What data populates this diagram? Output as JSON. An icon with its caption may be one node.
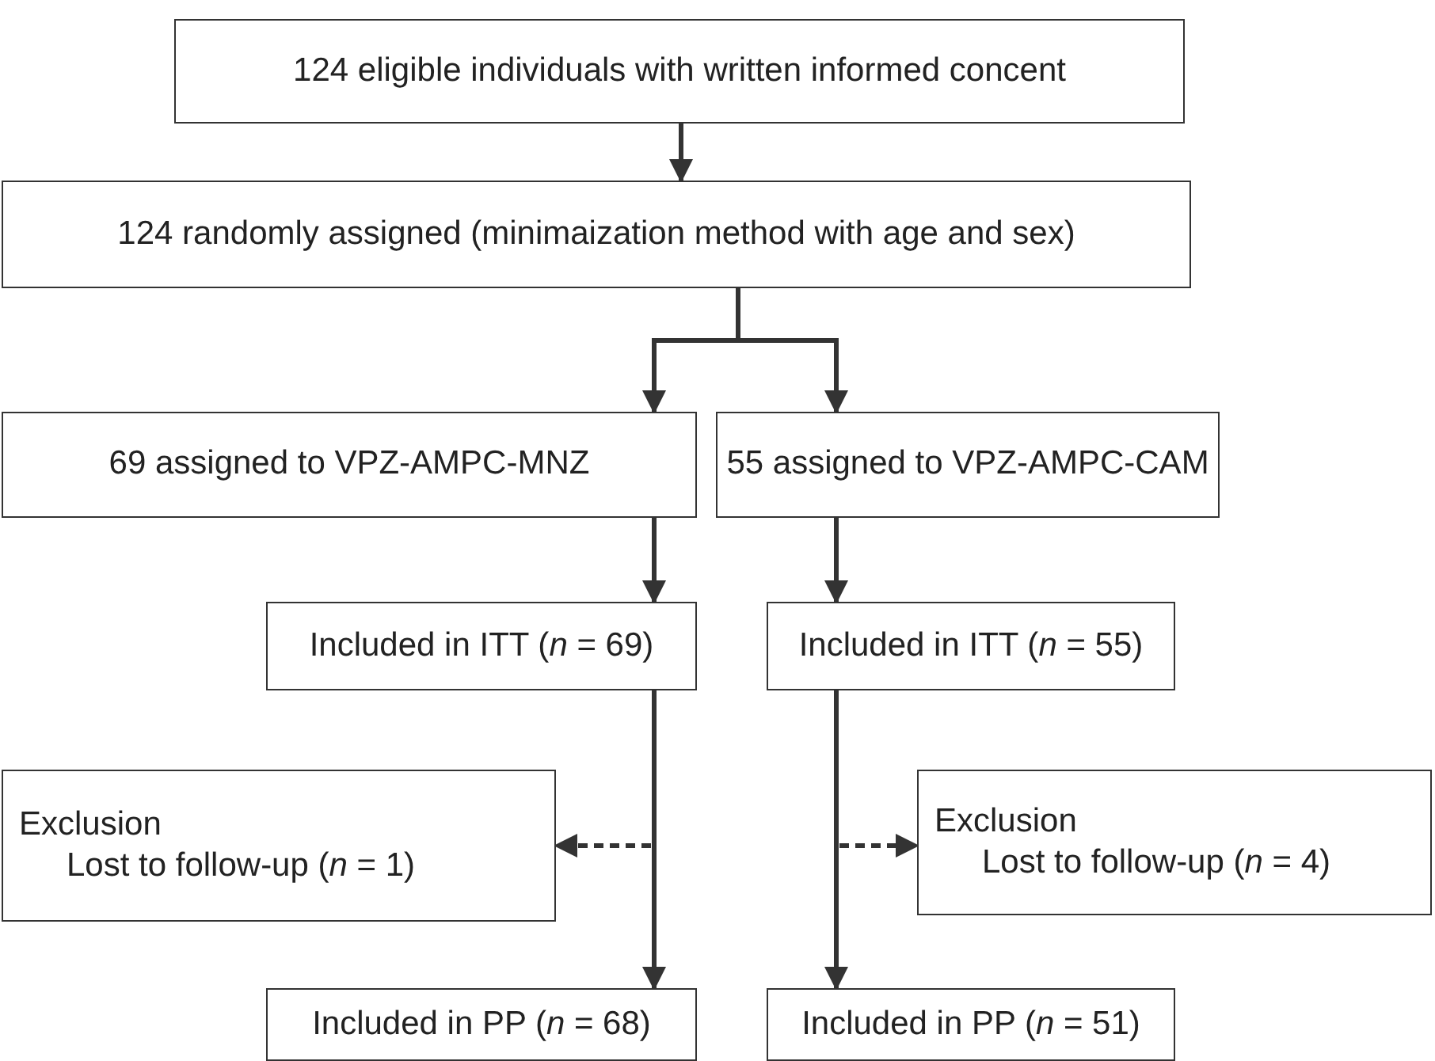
{
  "diagram": {
    "nodes": [
      {
        "text": [
          "124 eligible individuals with written informed concent"
        ]
      },
      {
        "text": [
          "124 randomly assigned (minimaization method with age and sex)"
        ]
      },
      {
        "text": [
          "69 assigned to VPZ-AMPC-MNZ"
        ]
      },
      {
        "text": [
          "55 assigned to VPZ-AMPC-CAM"
        ]
      },
      {
        "text": [
          "Included in ITT (*n* = 69)"
        ]
      },
      {
        "text": [
          "Included in ITT (*n* = 55)"
        ]
      },
      {
        "text": [
          "Exclusion",
          "Lost to follow-up (*n* = 1)"
        ]
      },
      {
        "text": [
          "Exclusion",
          "Lost to follow-up (*n* = 4)"
        ]
      },
      {
        "text": [
          "Included in PP (*n* = 68)"
        ]
      },
      {
        "text": [
          "Included in PP (*n* = 51)"
        ]
      }
    ],
    "edges": [
      {
        "from": 0,
        "to": 1,
        "arrow": "to"
      },
      {
        "from": 1,
        "to": 2,
        "arrow": "to"
      },
      {
        "from": 1,
        "to": 3,
        "arrow": "to"
      },
      {
        "from": 2,
        "to": 4,
        "arrow": "to"
      },
      {
        "from": 3,
        "to": 5,
        "arrow": "to"
      },
      {
        "from": null,
        "to": 6,
        "arrow": "to",
        "style": "dashed"
      },
      {
        "from": null,
        "to": 7,
        "arrow": "to",
        "style": "dashed"
      },
      {
        "from": 4,
        "to": 8,
        "arrow": "to"
      },
      {
        "from": 5,
        "to": 9,
        "arrow": "to"
      }
    ]
  }
}
